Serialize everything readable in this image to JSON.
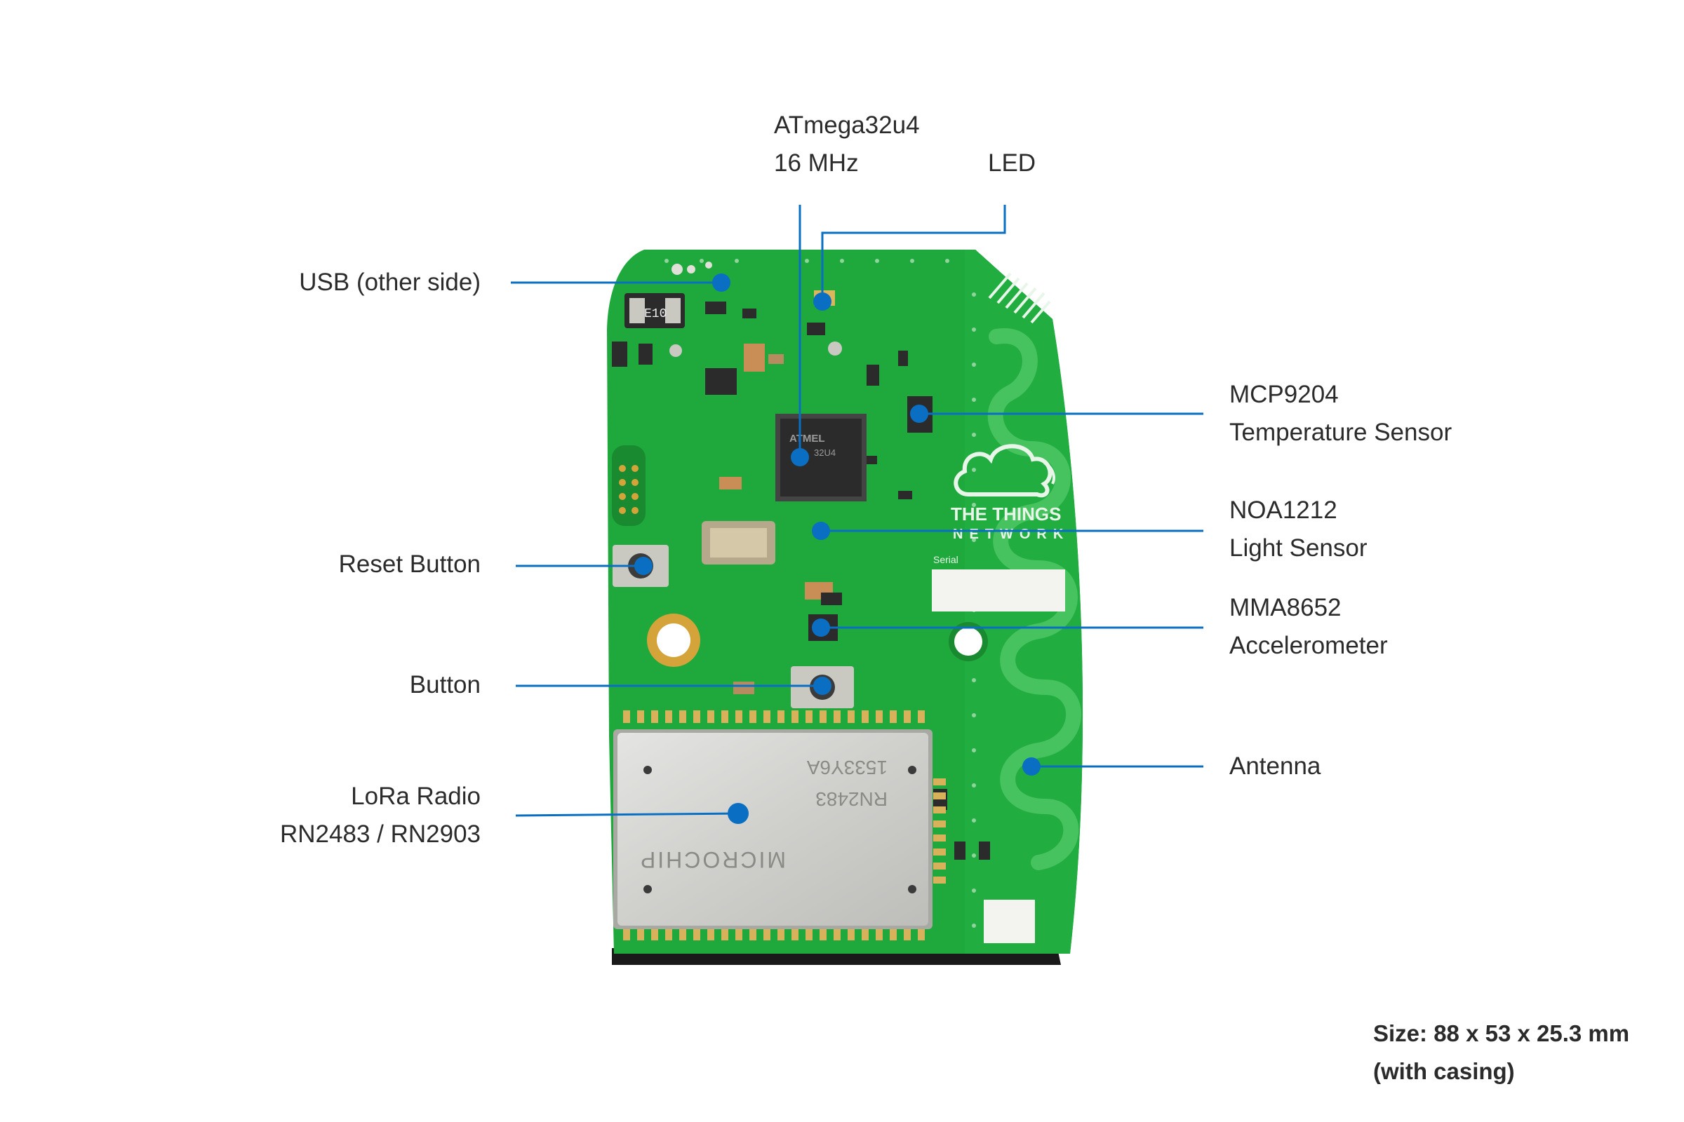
{
  "callouts": {
    "mcu": {
      "line1": "ATmega32u4",
      "line2": "16 MHz"
    },
    "led": {
      "label": "LED"
    },
    "usb": {
      "label": "USB (other side)"
    },
    "temp": {
      "line1": "MCP9204",
      "line2": "Temperature Sensor"
    },
    "light": {
      "line1": "NOA1212",
      "line2": "Light Sensor"
    },
    "reset": {
      "label": "Reset Button"
    },
    "accel": {
      "line1": "MMA8652",
      "line2": "Accelerometer"
    },
    "button": {
      "label": "Button"
    },
    "antenna": {
      "label": "Antenna"
    },
    "lora": {
      "line1": "LoRa Radio",
      "line2": "RN2483 / RN2903"
    }
  },
  "board_markings": {
    "ttn_line1": "THE THINGS",
    "ttn_line2": "NETWORK",
    "radio_brand": "MICROCHIP",
    "radio_model": "RN2483",
    "radio_lot": "1533Y6A",
    "mcu_brand": "ATMEL",
    "mcu_part": "32U4",
    "inductor": "E10",
    "serial_label": "Serial"
  },
  "size_note": {
    "line1": "Size: 88 x 53 x 25.3 mm",
    "line2": "(with casing)"
  },
  "colors": {
    "pcb": "#1fa83c",
    "pcb_dark": "#158a2c",
    "callout": "#0a6fc2",
    "text": "#2b2b2b"
  }
}
